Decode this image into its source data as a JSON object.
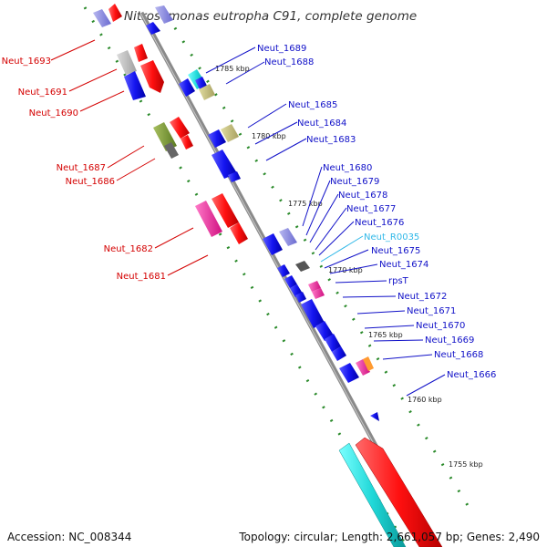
{
  "title": "Nitrosomonas eutropha C91, complete genome",
  "footer": {
    "accession": "Accession: NC_008344",
    "topology": "Topology: circular; Length: 2,661,057 bp; Genes: 2,490"
  },
  "kbp_ticks": [
    "1785 kbp",
    "1780 kbp",
    "1775 kbp",
    "1770 kbp",
    "1765 kbp",
    "1760 kbp",
    "1755 kbp"
  ],
  "gene_labels_left": [
    "Neut_1693",
    "Neut_1691",
    "Neut_1690",
    "Neut_1687",
    "Neut_1686",
    "Neut_1682",
    "Neut_1681"
  ],
  "gene_labels_right": [
    "Neut_1689",
    "Neut_1688",
    "Neut_1685",
    "Neut_1684",
    "Neut_1683",
    "Neut_1680",
    "Neut_1679",
    "Neut_1678",
    "Neut_1677",
    "Neut_1676",
    "Neut_R0035",
    "Neut_1675",
    "Neut_1674",
    "rpsT",
    "Neut_1672",
    "Neut_1671",
    "Neut_1670",
    "Neut_1669",
    "Neut_1668",
    "Neut_1666"
  ],
  "colors": {
    "left_label": "#d40000",
    "right_label": "#1010c8",
    "rna_label": "#30b8e8",
    "backbone": "#8a8a8a",
    "forward_gene": "#ee1c1c",
    "reverse_gene": "#1515e6",
    "tick_dots": "#2a8a2a"
  }
}
